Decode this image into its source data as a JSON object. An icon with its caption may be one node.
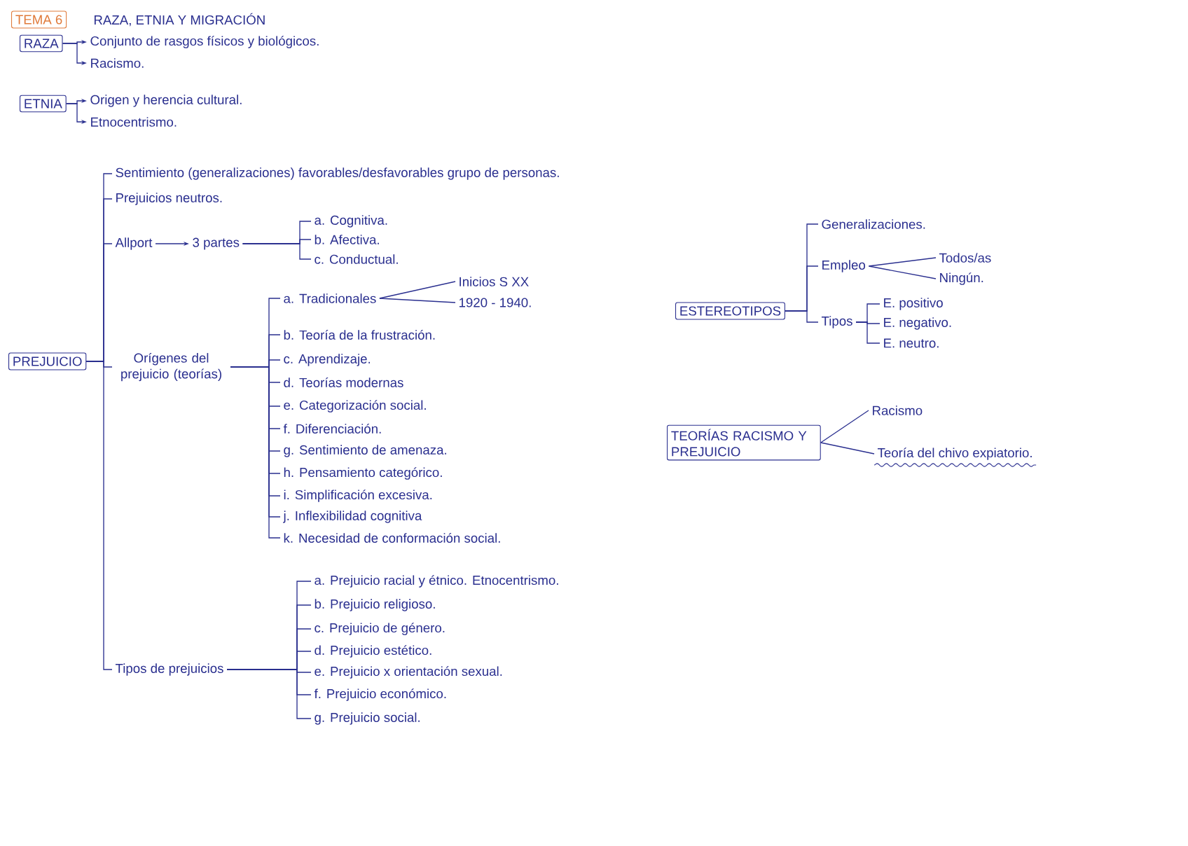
{
  "diagram": {
    "title": "RAZA, ETNIA Y MIGRACIÓN",
    "nodes": [
      {
        "text": [
          "RAZA"
        ]
      },
      {
        "text": [
          "Conjunto de rasgos físicos y biológicos."
        ]
      },
      {
        "text": [
          "Racismo."
        ]
      },
      {
        "text": [
          "ETNIA"
        ]
      },
      {
        "text": [
          "Origen y herencia cultural."
        ]
      },
      {
        "text": [
          "Etnocentrismo."
        ]
      },
      {
        "text": [
          "PREJUICIO"
        ]
      },
      {
        "text": [
          "Sentimiento (generalizaciones) favorables/desfavorables grupo de personas."
        ]
      },
      {
        "text": [
          "Prejuicios neutros."
        ]
      },
      {
        "text": [
          "Allport"
        ]
      },
      {
        "text": [
          "3 partes"
        ]
      },
      {
        "text": [
          "a. Cognitiva."
        ]
      },
      {
        "text": [
          "b. Afectiva."
        ]
      },
      {
        "text": [
          "c. Conductual."
        ]
      },
      {
        "text": [
          "Orígenes del prejuicio (teorías)"
        ]
      },
      {
        "text": [
          "a. Tradicionales"
        ]
      },
      {
        "text": [
          "Inicios S XX"
        ]
      },
      {
        "text": [
          "1920 - 1940."
        ]
      },
      {
        "text": [
          "b. Teoría de la frustración."
        ]
      },
      {
        "text": [
          "c. Aprendizaje."
        ]
      },
      {
        "text": [
          "d. Teorías modernas"
        ]
      },
      {
        "text": [
          "e. Categorización social."
        ]
      },
      {
        "text": [
          "f. Diferenciación."
        ]
      },
      {
        "text": [
          "g. Sentimiento de amenaza."
        ]
      },
      {
        "text": [
          "h. Pensamiento categórico."
        ]
      },
      {
        "text": [
          "i. Simplificación excesiva."
        ]
      },
      {
        "text": [
          "j. Inflexibilidad cognitiva"
        ]
      },
      {
        "text": [
          "k. Necesidad de conformación social."
        ]
      },
      {
        "text": [
          "Tipos de prejuicios"
        ]
      },
      {
        "text": [
          "a. Prejuicio racial y étnico. Etnocentrismo."
        ]
      },
      {
        "text": [
          "b. Prejuicio religioso."
        ]
      },
      {
        "text": [
          "c. Prejuicio de género."
        ]
      },
      {
        "text": [
          "d. Prejuicio estético."
        ]
      },
      {
        "text": [
          "e. Prejuicio x orientación sexual."
        ]
      },
      {
        "text": [
          "f. Prejuicio económico."
        ]
      },
      {
        "text": [
          "g. Prejuicio social."
        ]
      },
      {
        "text": [
          "ESTEREOTIPOS"
        ]
      },
      {
        "text": [
          "Generalizaciones."
        ]
      },
      {
        "text": [
          "Empleo"
        ]
      },
      {
        "text": [
          "Todos/as"
        ]
      },
      {
        "text": [
          "Ningún."
        ]
      },
      {
        "text": [
          "Tipos"
        ]
      },
      {
        "text": [
          "E. positivo"
        ]
      },
      {
        "text": [
          "E. negativo."
        ]
      },
      {
        "text": [
          "E. neutro."
        ]
      },
      {
        "text": [
          "TEORÍAS RACISMO Y PREJUICIO"
        ]
      },
      {
        "text": [
          "Racismo"
        ]
      },
      {
        "text": [
          "Teoría del chivo expiatorio."
        ]
      }
    ],
    "edges": [
      {
        "from": 0,
        "to": 1,
        "arrow": "to"
      },
      {
        "from": 0,
        "to": 2,
        "arrow": "to"
      },
      {
        "from": 3,
        "to": 4,
        "arrow": "to"
      },
      {
        "from": 3,
        "to": 5,
        "arrow": "to"
      },
      {
        "from": 6,
        "to": 7,
        "arrow": "none"
      },
      {
        "from": 6,
        "to": 8,
        "arrow": "none"
      },
      {
        "from": 6,
        "to": 9,
        "arrow": "none"
      },
      {
        "from": 6,
        "to": 14,
        "arrow": "none"
      },
      {
        "from": 6,
        "to": 28,
        "arrow": "none"
      },
      {
        "from": 9,
        "to": 10,
        "arrow": "to"
      },
      {
        "from": 10,
        "to": 11,
        "arrow": "none"
      },
      {
        "from": 10,
        "to": 12,
        "arrow": "none"
      },
      {
        "from": 10,
        "to": 13,
        "arrow": "none"
      },
      {
        "from": 14,
        "to": 15,
        "arrow": "none"
      },
      {
        "from": 14,
        "to": 18,
        "arrow": "none"
      },
      {
        "from": 14,
        "to": 19,
        "arrow": "none"
      },
      {
        "from": 14,
        "to": 20,
        "arrow": "none"
      },
      {
        "from": 14,
        "to": 21,
        "arrow": "none"
      },
      {
        "from": 14,
        "to": 22,
        "arrow": "none"
      },
      {
        "from": 14,
        "to": 23,
        "arrow": "none"
      },
      {
        "from": 14,
        "to": 24,
        "arrow": "none"
      },
      {
        "from": 14,
        "to": 25,
        "arrow": "none"
      },
      {
        "from": 14,
        "to": 26,
        "arrow": "none"
      },
      {
        "from": 14,
        "to": 27,
        "arrow": "none"
      },
      {
        "from": 15,
        "to": 16,
        "arrow": "none"
      },
      {
        "from": 15,
        "to": 17,
        "arrow": "none"
      },
      {
        "from": 28,
        "to": 29,
        "arrow": "none"
      },
      {
        "from": 28,
        "to": 30,
        "arrow": "none"
      },
      {
        "from": 28,
        "to": 31,
        "arrow": "none"
      },
      {
        "from": 28,
        "to": 32,
        "arrow": "none"
      },
      {
        "from": 28,
        "to": 33,
        "arrow": "none"
      },
      {
        "from": 28,
        "to": 34,
        "arrow": "none"
      },
      {
        "from": 28,
        "to": 35,
        "arrow": "none"
      },
      {
        "from": 36,
        "to": 37,
        "arrow": "none"
      },
      {
        "from": 36,
        "to": 38,
        "arrow": "none"
      },
      {
        "from": 36,
        "to": 41,
        "arrow": "none"
      },
      {
        "from": 38,
        "to": 39,
        "arrow": "none"
      },
      {
        "from": 38,
        "to": 40,
        "arrow": "none"
      },
      {
        "from": 41,
        "to": 42,
        "arrow": "none"
      },
      {
        "from": 41,
        "to": 43,
        "arrow": "none"
      },
      {
        "from": 41,
        "to": 44,
        "arrow": "none"
      },
      {
        "from": 45,
        "to": 46,
        "arrow": "none"
      },
      {
        "from": 45,
        "to": 47,
        "arrow": "none"
      }
    ],
    "labels": [
      "TEMA 6"
    ]
  }
}
